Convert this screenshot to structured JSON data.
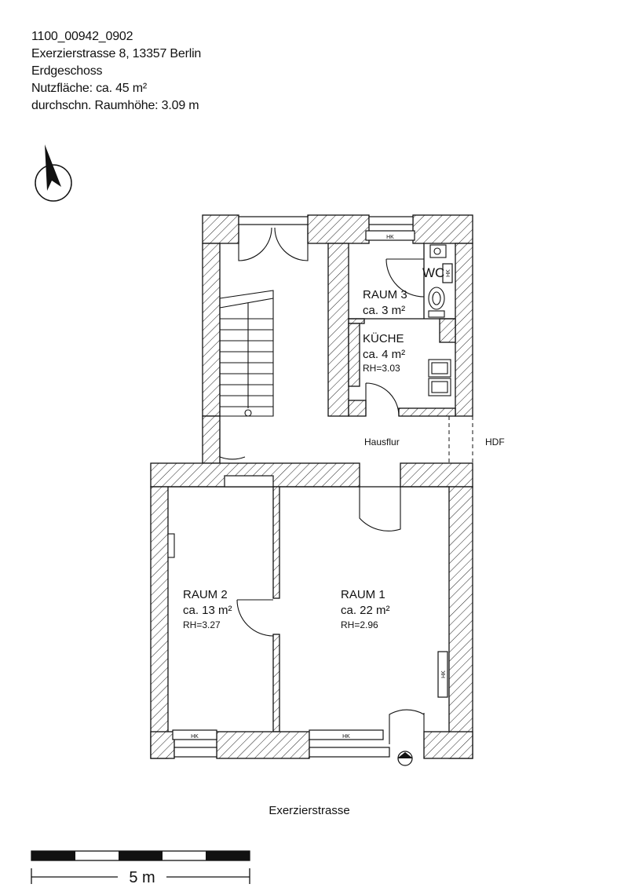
{
  "header": {
    "property_id": "1100_00942_0902",
    "address": "Exerzierstrasse 8, 13357 Berlin",
    "floor": "Erdgeschoss",
    "usable_area": "Nutzfläche: ca. 45 m²",
    "avg_room_height": "durchschn. Raumhöhe: 3.09 m"
  },
  "rooms": {
    "raum3": {
      "name": "RAUM 3",
      "area": "ca. 3 m²"
    },
    "wc": {
      "name": "WC"
    },
    "kueche": {
      "name": "KÜCHE",
      "area": "ca. 4 m²",
      "height": "RH=3.03"
    },
    "raum2": {
      "name": "RAUM 2",
      "area": "ca. 13 m²",
      "height": "RH=3.27"
    },
    "raum1": {
      "name": "RAUM 1",
      "area": "ca. 22 m²",
      "height": "RH=2.96"
    }
  },
  "labels": {
    "hallway": "Hausflur",
    "hdf": "HDF",
    "street": "Exerzierstrasse",
    "radiator": "HK"
  },
  "scale_bar": {
    "label": "5 m"
  }
}
